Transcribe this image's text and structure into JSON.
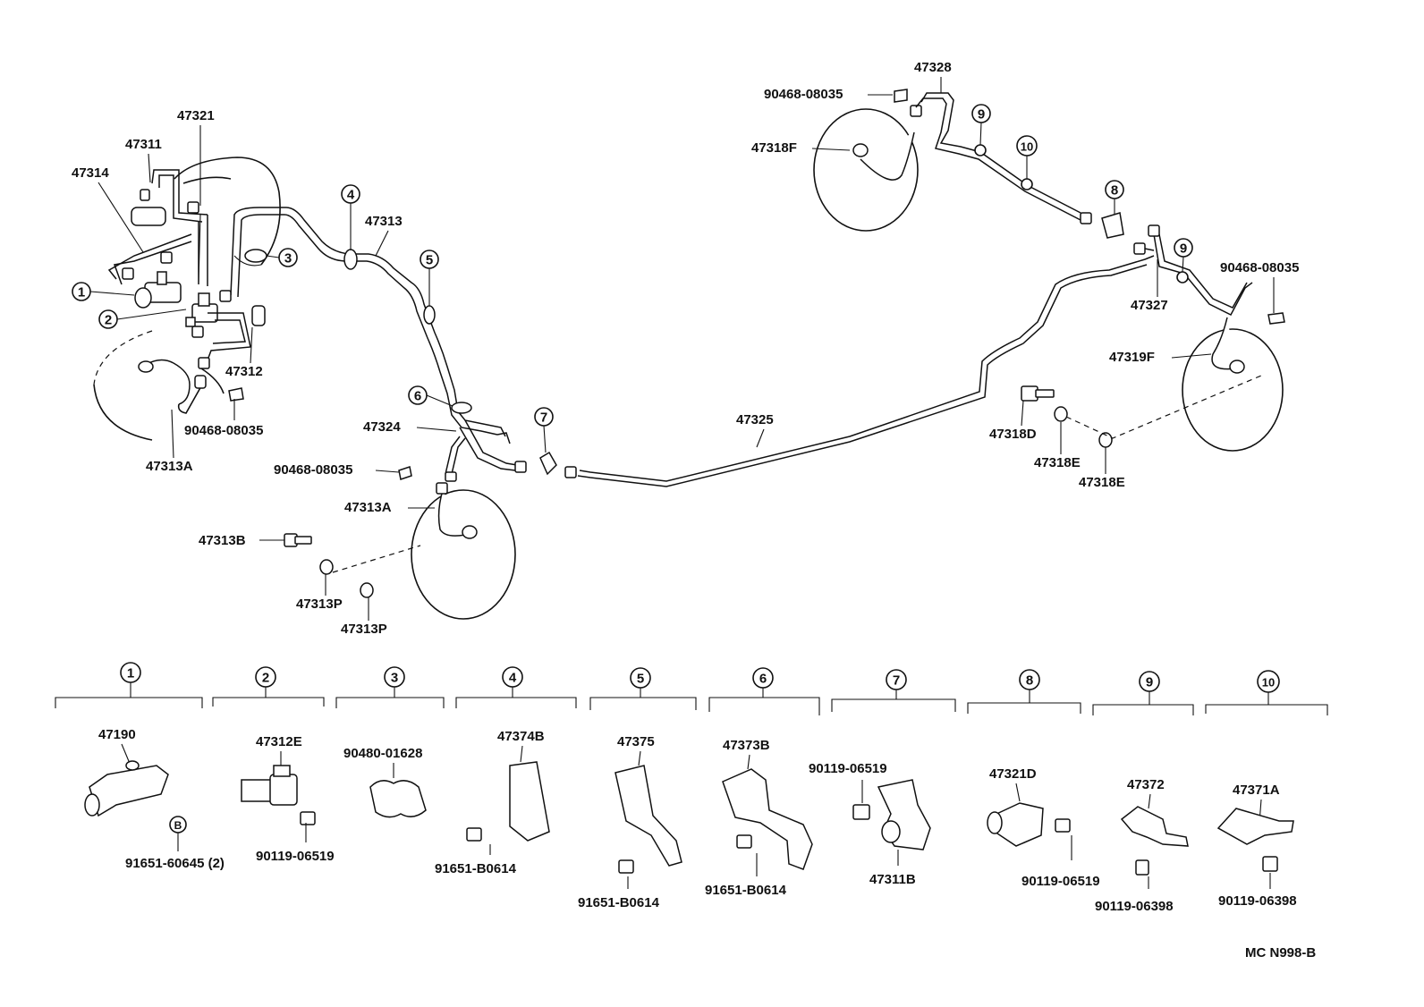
{
  "diagram_code": "MC N998-B",
  "labels": {
    "p47321": "47321",
    "p47311": "47311",
    "p47314": "47314",
    "p47312": "47312",
    "p47313": "47313",
    "p47324": "47324",
    "p47325": "47325",
    "p47313A_1": "47313A",
    "p47313A_2": "47313A",
    "p47313B": "47313B",
    "p47313P_1": "47313P",
    "p47313P_2": "47313P",
    "p90468_1": "90468-08035",
    "p90468_2": "90468-08035",
    "p90468_3": "90468-08035",
    "p90468_4": "90468-08035",
    "p47328": "47328",
    "p47318F": "47318F",
    "p47327": "47327",
    "p47319F": "47319F",
    "p47318D": "47318D",
    "p47318E_1": "47318E",
    "p47318E_2": "47318E"
  },
  "callouts": [
    "1",
    "2",
    "3",
    "4",
    "5",
    "6",
    "7",
    "8",
    "9",
    "10"
  ],
  "detail_groups": [
    {
      "id": "1",
      "parts": [
        "47190",
        "91651-60645 (2)"
      ],
      "badge": "B"
    },
    {
      "id": "2",
      "parts": [
        "47312E",
        "90119-06519"
      ]
    },
    {
      "id": "3",
      "parts": [
        "90480-01628"
      ]
    },
    {
      "id": "4",
      "parts": [
        "47374B",
        "91651-B0614"
      ]
    },
    {
      "id": "5",
      "parts": [
        "47375",
        "91651-B0614"
      ]
    },
    {
      "id": "6",
      "parts": [
        "47373B",
        "91651-B0614"
      ]
    },
    {
      "id": "7",
      "parts": [
        "90119-06519",
        "47311B"
      ]
    },
    {
      "id": "8",
      "parts": [
        "47321D",
        "90119-06519"
      ]
    },
    {
      "id": "9",
      "parts": [
        "47372",
        "90119-06398"
      ]
    },
    {
      "id": "10",
      "parts": [
        "47371A",
        "90119-06398"
      ]
    }
  ]
}
